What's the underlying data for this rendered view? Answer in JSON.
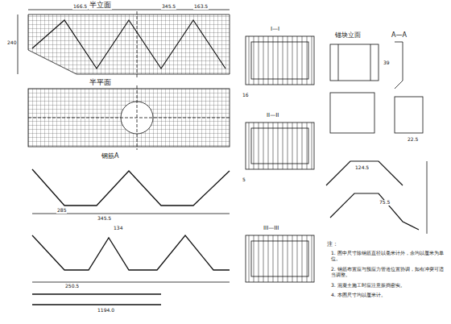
{
  "diagram": {
    "labels": [
      "半立面",
      "半平面",
      "钢筋A",
      "I—I",
      "II—II",
      "III—III",
      "锚块立面",
      "A—A",
      "注：",
      "1. 图中尺寸除钢筋直径以毫米计外，余均以厘米为单位。",
      "2. 钢筋布置应与预应力管道位置协调，如有冲突可适当调整。",
      "3. 混凝土施工时应注意振捣密实。",
      "4. 本图尺寸均以厘米计。",
      "240",
      "166.5",
      "345.5",
      "163.5",
      "285",
      "345.5",
      "134",
      "250.5",
      "1194.0",
      "16",
      "5",
      "39",
      "124.5",
      "75.5",
      "22.5"
    ]
  }
}
